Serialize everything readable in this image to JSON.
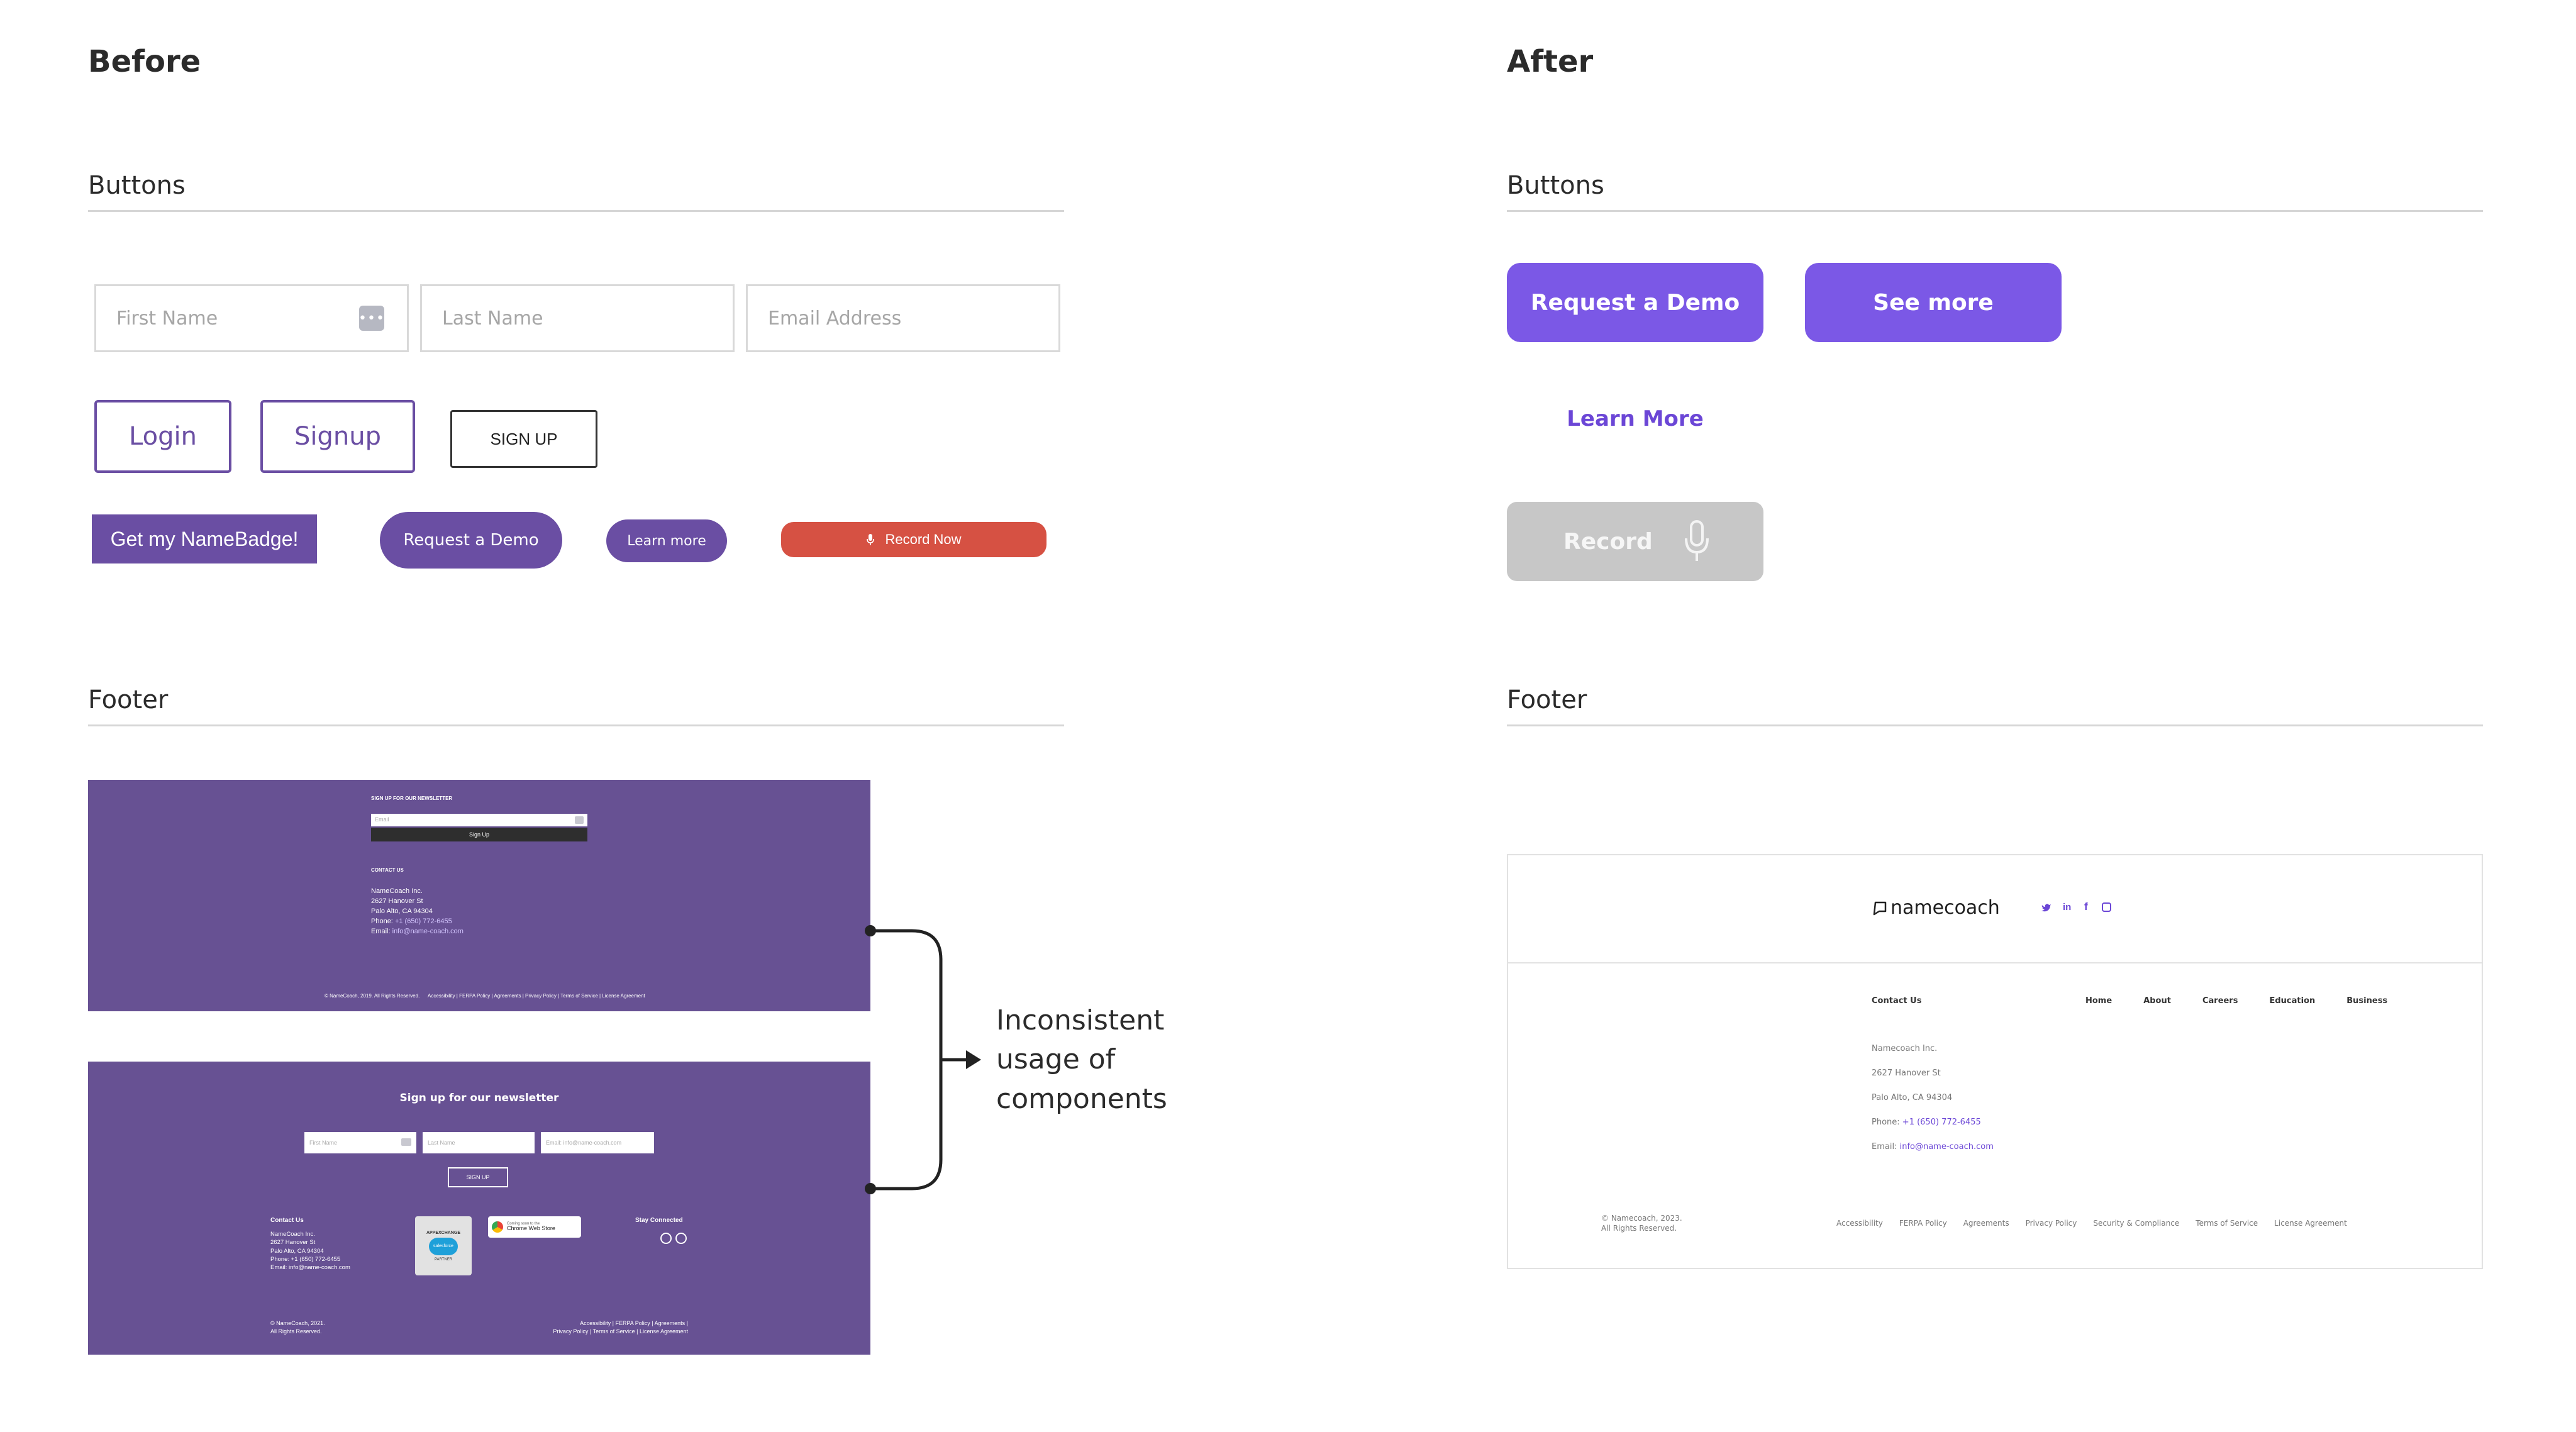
{
  "before": {
    "title": "Before",
    "buttons_heading": "Buttons",
    "footer_heading": "Footer",
    "inputs": {
      "first_name": "First Name",
      "last_name": "Last Name",
      "email": "Email Address"
    },
    "login_label": "Login",
    "signup_label": "Signup",
    "sign_up_label": "SIGN UP",
    "namebadge_label": "Get my NameBadge!",
    "request_demo_label": "Request a Demo",
    "learn_more_label": "Learn more",
    "record_now_label": "Record Now",
    "footer1": {
      "newsletter_title": "SIGN UP FOR OUR NEWSLETTER",
      "email_placeholder": "Email",
      "signup_button": "Sign Up",
      "contact_heading": "CONTACT US",
      "company": "NameCoach Inc.",
      "street": "2627 Hanover St",
      "city": "Palo Alto, CA 94304",
      "phone_label": "Phone:",
      "phone": "+1 (650) 772-6455",
      "email_label": "Email:",
      "email": "info@name-coach.com",
      "copyright": "© NameCoach, 2019. All Rights Reserved.",
      "links": "Accessibility | FERPA Policy | Agreements | Privacy Policy | Terms of Service | License Agreement"
    },
    "footer2": {
      "newsletter_title": "Sign up for our newsletter",
      "first_name": "First Name",
      "last_name": "Last Name",
      "email": "Email: info@name-coach.com",
      "signup_button": "SIGN UP",
      "contact_heading": "Contact Us",
      "company": "NameCoach Inc.",
      "street": "2627 Hanover St",
      "city": "Palo Alto, CA 94304",
      "phone": "Phone: +1 (650) 772-6455",
      "badge_top": "APPEXCHANGE",
      "badge_mid": "salesforce",
      "badge_bottom": "PARTNER",
      "chrome_small": "Coming soon to the",
      "chrome_big": "Chrome Web Store",
      "stay_connected": "Stay Connected",
      "copyright_1": "© NameCoach, 2021.",
      "copyright_2": "All Rights Reserved.",
      "links_1": "Accessibility | FERPA Policy | Agreements |",
      "links_2": "Privacy Policy | Terms of Service | License Agreement"
    },
    "annotation": [
      "Inconsistent",
      "usage of",
      "components"
    ]
  },
  "after": {
    "title": "After",
    "buttons_heading": "Buttons",
    "footer_heading": "Footer",
    "request_demo_label": "Request a Demo",
    "see_more_label": "See more",
    "learn_more_label": "Learn More",
    "record_label": "Record",
    "footer": {
      "brand": "namecoach",
      "contact_heading": "Contact Us",
      "nav": [
        "Home",
        "About",
        "Careers",
        "Education",
        "Business"
      ],
      "company": "Namecoach Inc.",
      "street": "2627 Hanover St",
      "city": "Palo Alto, CA 94304",
      "phone_label": "Phone:",
      "phone": "+1 (650) 772-6455",
      "email_label": "Email:",
      "email": "info@name-coach.com",
      "copyright_1": "© Namecoach, 2023.",
      "copyright_2": "All Rights Reserved.",
      "links": [
        "Accessibility",
        "FERPA Policy",
        "Agreements",
        "Privacy Policy",
        "Security & Compliance",
        "Terms of Service",
        "License Agreement"
      ]
    }
  },
  "colors": {
    "old_purple": "#6a4ea3",
    "new_purple": "#7b58e6",
    "record_red": "#d65143",
    "disabled_gray": "#c7c7c7",
    "footer_bg": "#675193"
  }
}
